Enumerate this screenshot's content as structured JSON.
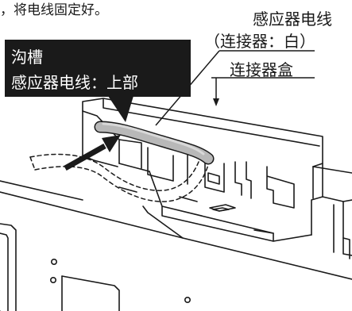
{
  "labels": {
    "intro_text": "，将电线固定好。",
    "sensor_wire_top": "感应器电线",
    "sensor_wire_connector": "（连接器：白）",
    "connector_box": "连接器盒",
    "groove": "沟槽",
    "sensor_wire_upper": "感应器电线：上部"
  }
}
